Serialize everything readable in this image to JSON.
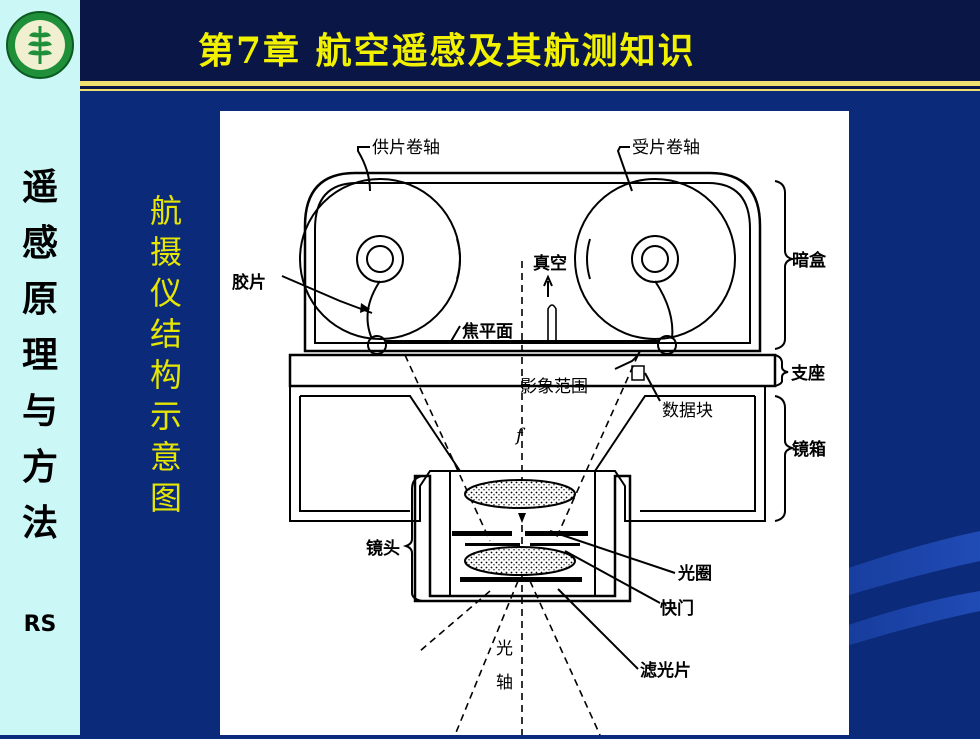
{
  "header": {
    "title": "第7章   航空遥感及其航测知识"
  },
  "sidebar": {
    "course_chars": [
      "遥",
      "感",
      "原",
      "理",
      "与",
      "方",
      "法"
    ],
    "abbrev": "RS"
  },
  "main": {
    "caption_chars": [
      "航",
      "摄",
      "仪",
      "结",
      "构",
      "示",
      "意",
      "图"
    ]
  },
  "diagram": {
    "labels": {
      "supply_spool": "供片卷轴",
      "takeup_spool": "受片卷轴",
      "film": "胶片",
      "vacuum": "真空",
      "magazine": "暗盒",
      "focal_plane": "焦平面",
      "image_area": "影象范围",
      "mount": "支座",
      "data_block": "数据块",
      "focal_length": "f",
      "cone": "镜箱",
      "lens": "镜头",
      "aperture": "光圈",
      "shutter": "快门",
      "filter": "滤光片",
      "optical_axis_1": "光",
      "optical_axis_2": "轴"
    }
  },
  "colors": {
    "sidebar_bg": "#ccf7f7",
    "slide_bg": "#0b2a7a",
    "title_color": "#f2f200",
    "caption_color": "#e6e600"
  }
}
